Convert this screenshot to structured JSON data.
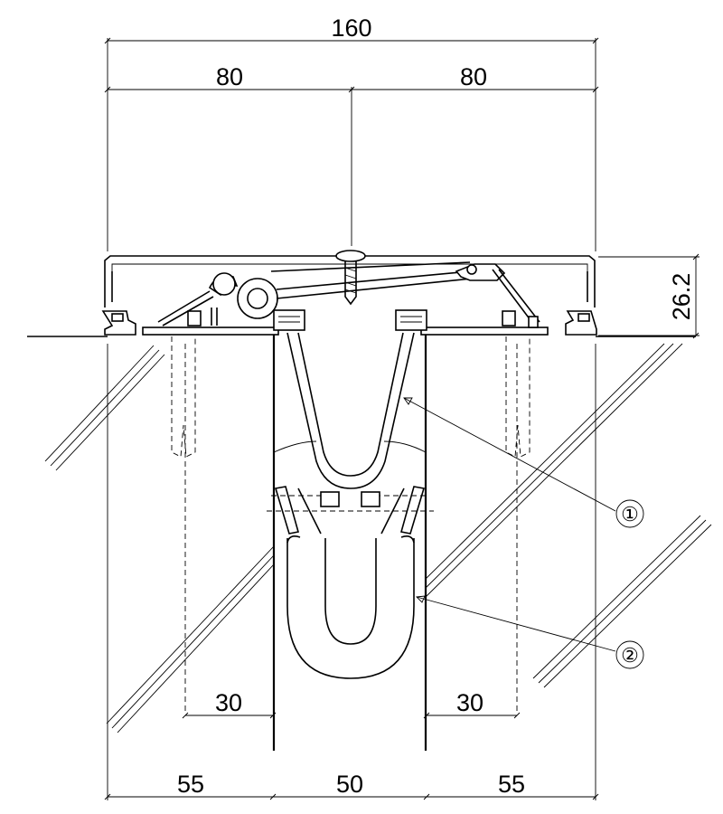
{
  "dimensions": {
    "overall_width": "160",
    "half_left": "80",
    "half_right": "80",
    "height": "26.2",
    "bottom_left": "55",
    "bottom_center": "50",
    "bottom_right": "55",
    "inner_left": "30",
    "inner_right": "30"
  },
  "callouts": [
    {
      "label": "①"
    },
    {
      "label": "②"
    }
  ]
}
